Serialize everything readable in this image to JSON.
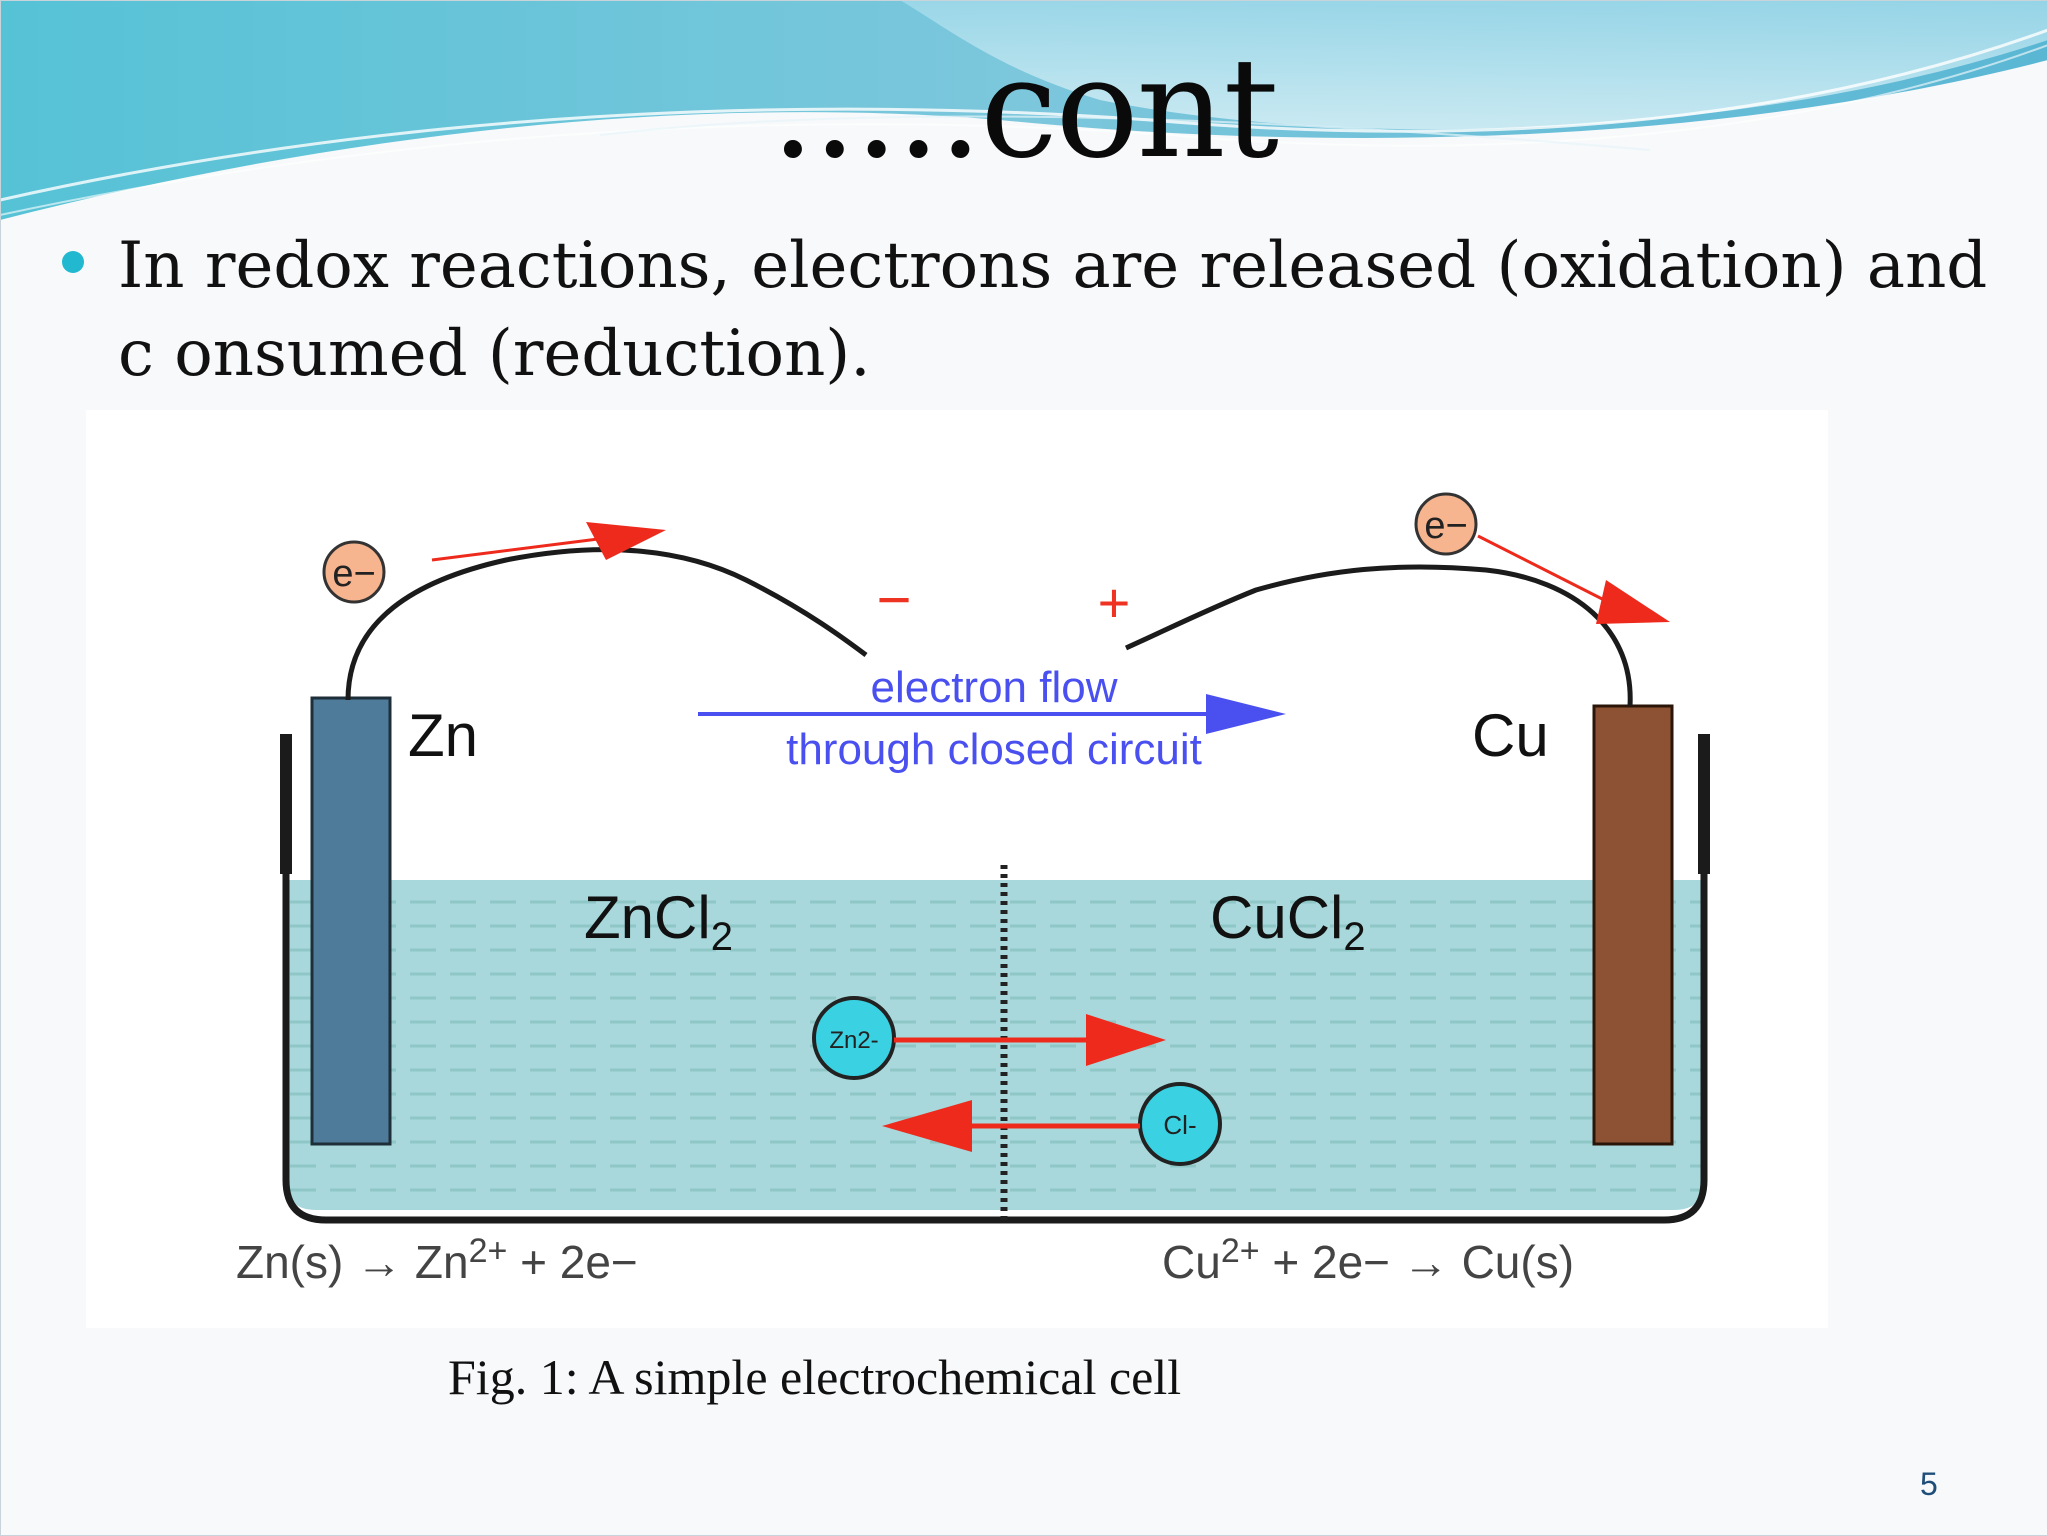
{
  "slide": {
    "title": ".....cont",
    "bullet": "In redox reactions, electrons are released (oxidation) and c onsumed (reduction).",
    "caption": "Fig. 1: A simple electrochemical cell",
    "page_number": "5"
  },
  "diagram": {
    "electron_label": "e−",
    "minus_sign": "−",
    "plus_sign": "+",
    "electron_flow_line1": "electron flow",
    "electron_flow_line2": "through closed circuit",
    "left_electrode": "Zn",
    "right_electrode": "Cu",
    "left_solution": "ZnCl",
    "right_solution": "CuCl",
    "subscript_2": "2",
    "zn_ion": "Zn2-",
    "cl_ion": "Cl-",
    "left_half_reaction": {
      "base": "Zn(s) → Zn",
      "sup": "2+",
      "rest": " + 2e−"
    },
    "right_half_reaction": {
      "base": "Cu",
      "sup": "2+",
      "rest": " + 2e− → Cu(s)"
    }
  },
  "colors": {
    "zinc_electrode": "#4e7b9a",
    "copper_electrode": "#8c5233",
    "solution": "#a8d8dc",
    "electron_bubble": "#f6b48f",
    "ion_bubble": "#3ad1e2",
    "arrow_red": "#ee2a1c",
    "flow_blue": "#4a4ff0",
    "bullet": "#22b8cf"
  }
}
